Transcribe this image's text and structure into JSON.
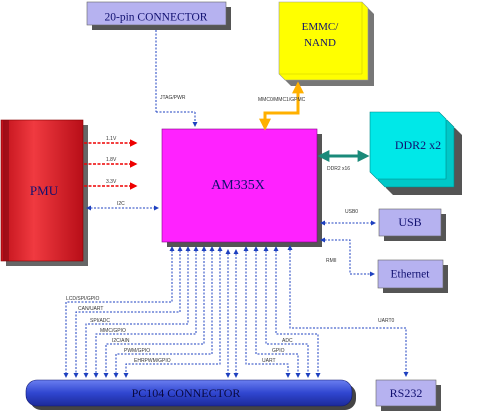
{
  "blocks": {
    "connector20": "20-pin CONNECTOR",
    "emmc_line1": "EMMC/",
    "emmc_line2": "NAND",
    "pmu": "PMU",
    "soc": "AM335X",
    "ddr2": "DDR2 x2",
    "usb": "USB",
    "ethernet": "Ethernet",
    "pc104": "PC104 CONNECTOR",
    "rs232": "RS232"
  },
  "links": {
    "jtag": "JTAG/PWR",
    "mmc": "MMC0/MMC1/GPMC",
    "pmu_1": "1.1V",
    "pmu_2": "1.8V",
    "pmu_3": "3.3V",
    "i2c": "I2C",
    "ddr": "DDR2 x16",
    "usb": "USB0",
    "eth": "RMII",
    "uart": "UART0",
    "bus1": "LCD/SPI/GPIO",
    "bus2": "CAN/UART",
    "bus3": "SPI/ADC",
    "bus4": "MMC/GPIO",
    "bus5": "I2C/AIN",
    "bus6": "PWM/GPIO",
    "bus7": "EHRPWM/GPIO",
    "bus8": "UART",
    "bus9": "GPIO",
    "bus10": "ADC"
  },
  "colors": {
    "connector": "#b6b2f0",
    "emmc": "#ffff00",
    "pmu": "#e8222c",
    "soc": "#ff22ff",
    "ddr": "#00e8e8",
    "periph": "#b6b2f0",
    "pc104": "#2a3ec8",
    "arrow_red": "#ee0000",
    "arrow_teal": "#1a8a7a",
    "arrow_orange": "#ffb000",
    "arrow_blue": "#1e40c0"
  }
}
